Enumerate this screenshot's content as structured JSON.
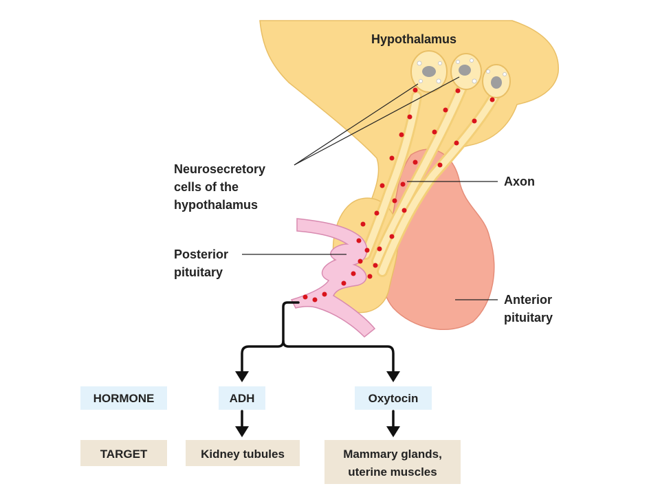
{
  "labels": {
    "hypothalamus": "Hypothalamus",
    "neurosecretory": [
      "Neurosecretory",
      "cells of the",
      "hypothalamus"
    ],
    "axon": "Axon",
    "posterior": [
      "Posterior",
      "pituitary"
    ],
    "anterior": [
      "Anterior",
      "pituitary"
    ]
  },
  "table": {
    "hormone_header": "HORMONE",
    "target_header": "TARGET",
    "hormones": [
      "ADH",
      "Oxytocin"
    ],
    "targets": [
      [
        "Kidney tubules"
      ],
      [
        "Mammary glands,",
        "uterine muscles"
      ]
    ]
  },
  "colors": {
    "hypothalamus_fill": "#fbd98c",
    "axon_fill": "#fdeab4",
    "anterior_fill": "#f6ab98",
    "vessel_fill": "#f7c6dc",
    "vesicle": "#d9141c",
    "hormone_box": "#e3f2fb",
    "target_box": "#efe6d6",
    "text": "#222222"
  }
}
